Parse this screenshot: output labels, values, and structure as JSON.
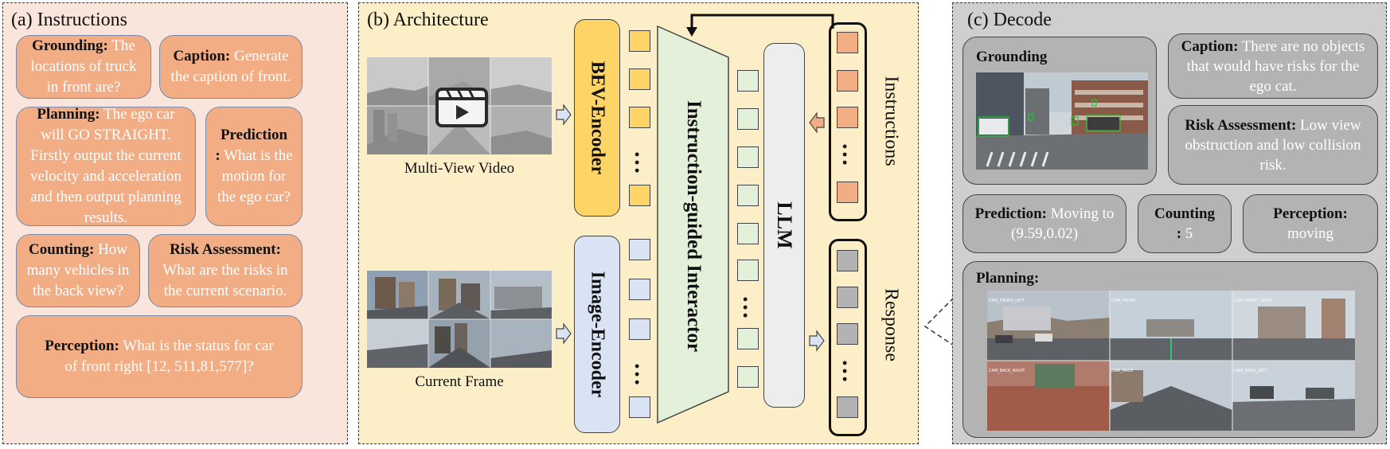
{
  "panel_a": {
    "title": "(a) Instructions",
    "grounding": {
      "key": "Grounding:",
      "text": " The locations of truck in front are?"
    },
    "caption": {
      "key": "Caption:",
      "text": " Generate the caption of front."
    },
    "planning": {
      "key": "Planning:",
      "text": " The ego car will GO STRAIGHT. Firstly output the current velocity and acceleration and then output planning results."
    },
    "prediction": {
      "key": "Prediction",
      "key2": ":",
      "text": " What is the motion for the ego car?"
    },
    "counting": {
      "key": "Counting:",
      "text": " How many vehicles in the back view?"
    },
    "risk": {
      "key": "Risk Assessment:",
      "text": " What are the risks in the current scenario."
    },
    "perception": {
      "key": "Perception:",
      "text": " What is the status for car of front right [12, 511,81,577]?"
    }
  },
  "panel_b": {
    "title": "(b) Architecture",
    "multi_view_label": "Multi-View Video",
    "current_frame_label": "Current Frame",
    "bev_encoder": "BEV-Encoder",
    "image_encoder": "Image-Encoder",
    "interactor": "Instruction-guided Interactor",
    "llm": "LLM",
    "instructions": "Instructions",
    "response": "Response",
    "colors": {
      "bev": "#fdd465",
      "image": "#dae3f3",
      "interactor": "#e3f0da",
      "llm": "#ededed",
      "instr_tok": "#f2ad84",
      "resp_tok": "#b3b3b3"
    }
  },
  "panel_c": {
    "title": "(c) Decode",
    "grounding": {
      "key": "Grounding"
    },
    "caption": {
      "key": "Caption:",
      "text": " There are no objects that would have risks for the ego cat."
    },
    "risk": {
      "key": "Risk Assessment:",
      "text": " Low view obstruction and low collision risk."
    },
    "prediction": {
      "key": "Prediction:",
      "text": " Moving to (9.59,0.02)"
    },
    "counting": {
      "key": "Counting",
      "key2": ":",
      "text": " 5"
    },
    "perception": {
      "key": "Perception:",
      "text": "moving"
    },
    "planning": {
      "key": "Planning:"
    },
    "cams": [
      "CAM_FRONT_LEFT",
      "CAM_FRONT",
      "CAM_FRONT_RIGHT",
      "CAM_BACK_RIGHT",
      "CAM_BACK",
      "CAM_BACK_LEFT"
    ]
  }
}
